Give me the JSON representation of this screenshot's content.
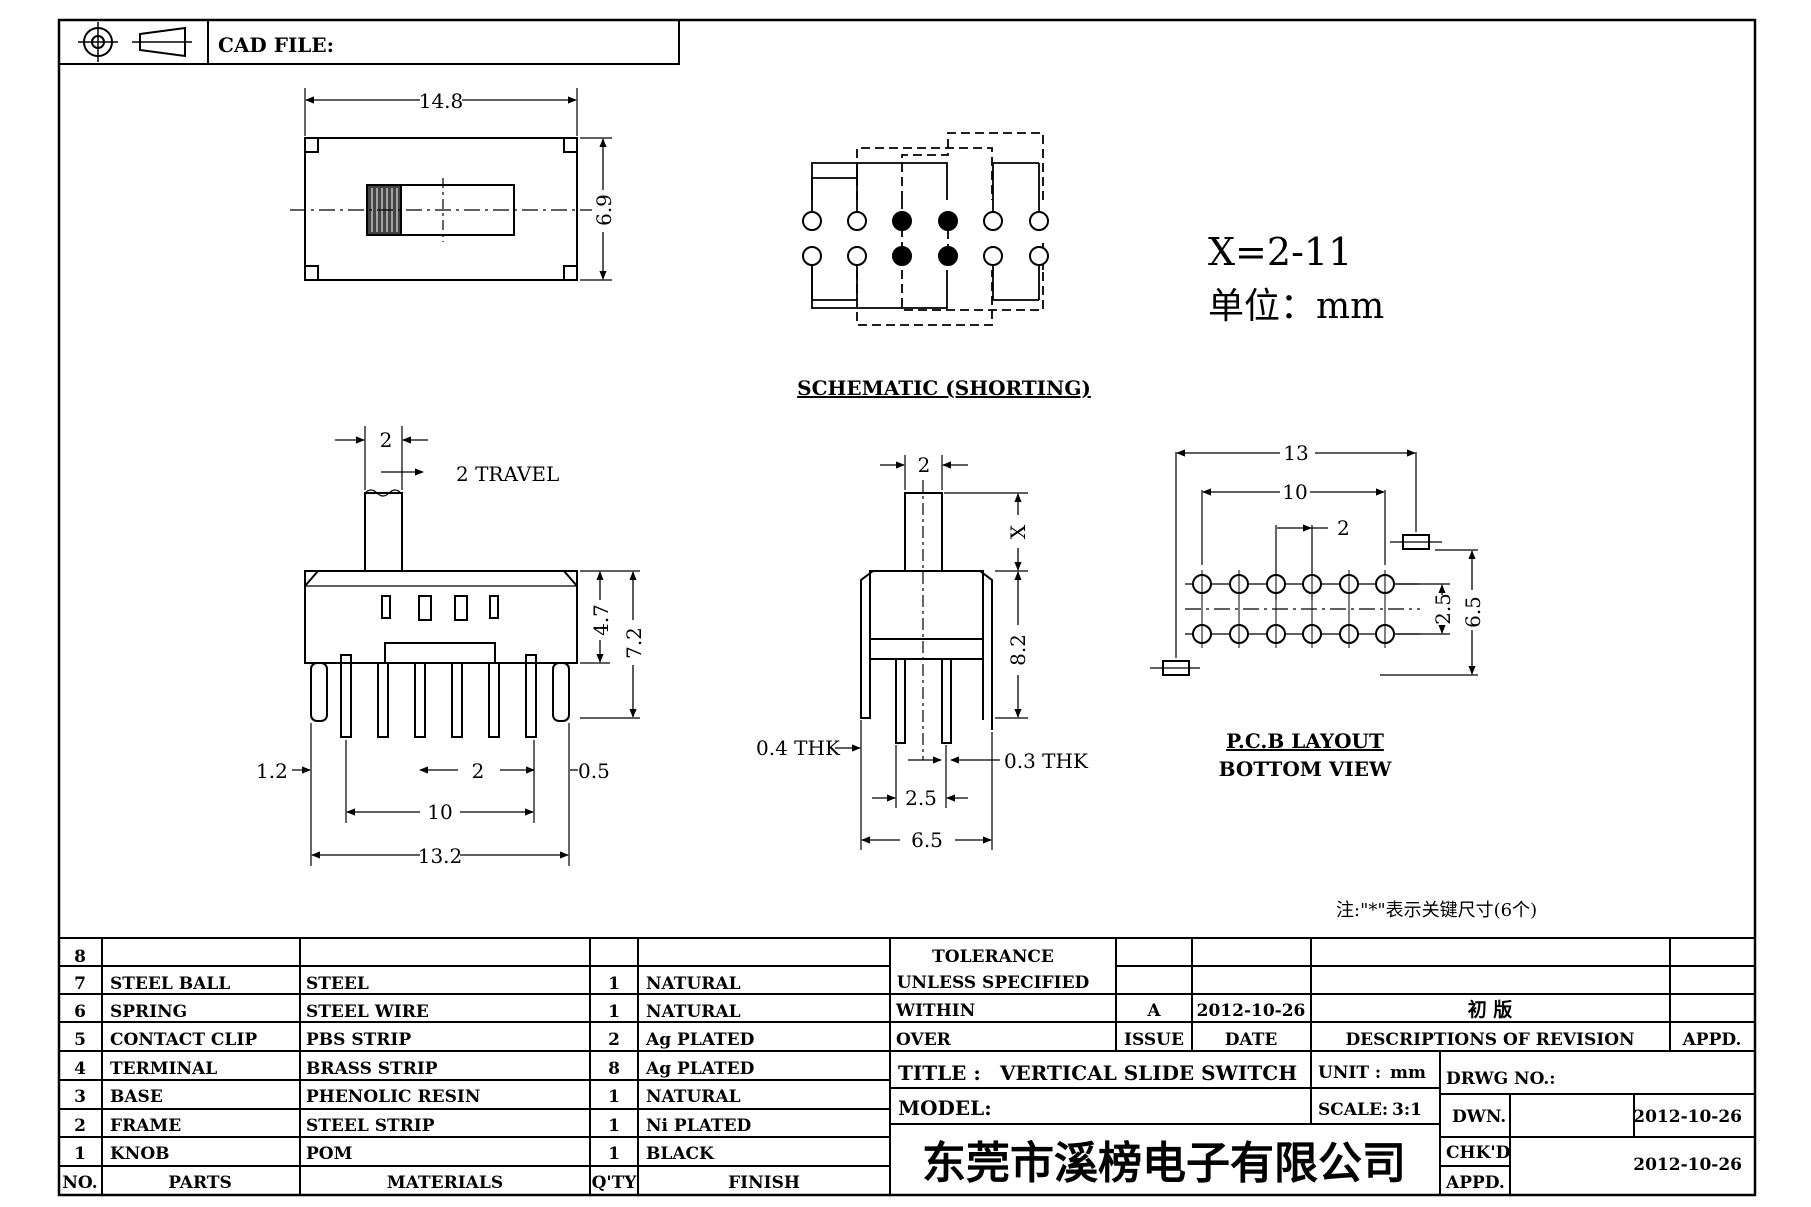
{
  "header": {
    "cad_file_label": "CAD FILE:"
  },
  "top_view": {
    "dim_width": "14.8",
    "dim_height": "6.9"
  },
  "schematic": {
    "title": "SCHEMATIC (SHORTING)"
  },
  "notes": {
    "x_range": "X=2-11",
    "unit_line": "单位：mm",
    "key_dim_note": "注:\"*\"表示关键尺寸(6个)"
  },
  "side_view": {
    "dim_knob": "2",
    "dim_travel": "2 TRAVEL",
    "dim_body": "4.7",
    "dim_total": "7.2",
    "dim_left": "1.2",
    "dim_pitch": "2",
    "dim_right": "0.5",
    "dim_span": "10",
    "dim_overall": "13.2"
  },
  "end_view": {
    "dim_knob": "2",
    "dim_x": "X",
    "dim_height": "8.2",
    "thk_left": "0.4 THK",
    "thk_right": "0.3 THK",
    "dim_pin": "2.5",
    "dim_width": "6.5"
  },
  "pcb_layout": {
    "dim_overall": "13",
    "dim_span": "10",
    "dim_pitch": "2",
    "dim_row": "2.5",
    "dim_total": "6.5",
    "title_line1": "P.C.B LAYOUT",
    "title_line2": "BOTTOM VIEW"
  },
  "parts_table": {
    "headers": {
      "no": "NO.",
      "parts": "PARTS",
      "materials": "MATERIALS",
      "qty": "Q'TY",
      "finish": "FINISH"
    },
    "rows": [
      {
        "no": "8",
        "part": "",
        "material": "",
        "qty": "",
        "finish": ""
      },
      {
        "no": "7",
        "part": "STEEL BALL",
        "material": "STEEL",
        "qty": "1",
        "finish": "NATURAL"
      },
      {
        "no": "6",
        "part": "SPRING",
        "material": "STEEL WIRE",
        "qty": "1",
        "finish": "NATURAL"
      },
      {
        "no": "5",
        "part": "CONTACT CLIP",
        "material": "PBS STRIP",
        "qty": "2",
        "finish": "Ag PLATED"
      },
      {
        "no": "4",
        "part": "TERMINAL",
        "material": "BRASS STRIP",
        "qty": "8",
        "finish": "Ag PLATED"
      },
      {
        "no": "3",
        "part": "BASE",
        "material": "PHENOLIC RESIN",
        "qty": "1",
        "finish": "NATURAL"
      },
      {
        "no": "2",
        "part": "FRAME",
        "material": "STEEL STRIP",
        "qty": "1",
        "finish": "Ni PLATED"
      },
      {
        "no": "1",
        "part": "KNOB",
        "material": "POM",
        "qty": "1",
        "finish": "BLACK"
      }
    ]
  },
  "tolerance": {
    "line1": "TOLERANCE",
    "line2": "UNLESS SPECIFIED",
    "within": "WITHIN",
    "over": "OVER"
  },
  "revision": {
    "issue": "A",
    "date": "2012-10-26",
    "description": "初 版",
    "issue_label": "ISSUE",
    "date_label": "DATE",
    "desc_label": "DESCRIPTIONS OF REVISION",
    "appd_label": "APPD."
  },
  "title_block": {
    "title_label": "TITLE :",
    "title_value": "VERTICAL SLIDE SWITCH",
    "unit_label": "UNIT :",
    "unit_value": "mm",
    "drwg_label": "DRWG NO.:",
    "model_label": "MODEL:",
    "scale_label": "SCALE:",
    "scale_value": "3:1",
    "dwn_label": "DWN.",
    "dwn_date": "2012-10-26",
    "chkd_label": "CHK'D",
    "appd_label": "APPD.",
    "chkd_date": "2012-10-26",
    "company": "东莞市溪榜电子有限公司"
  }
}
